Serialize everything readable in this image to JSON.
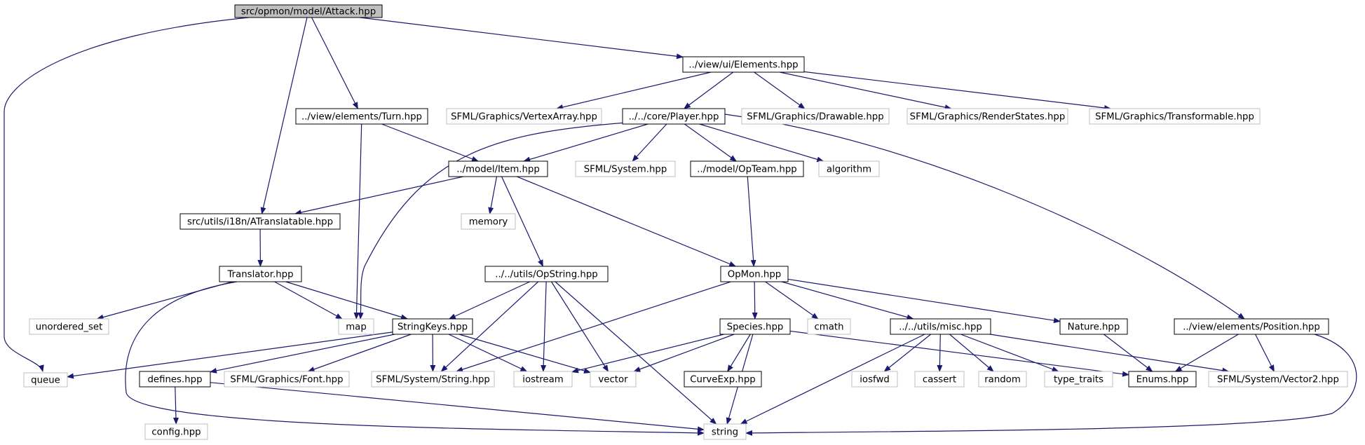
{
  "colors": {
    "edge": "#191970",
    "documented_border": "#000000",
    "undocumented_border": "#bfbfbf",
    "root_fill": "#bfbfbf",
    "node_fill": "#ffffff",
    "text": "#000000"
  },
  "nodes": [
    {
      "id": "attack",
      "label": "src/opmon/model/Attack.hpp",
      "style": "root"
    },
    {
      "id": "elements",
      "label": "../view/ui/Elements.hpp",
      "style": "documented"
    },
    {
      "id": "queue",
      "label": "queue",
      "style": "external"
    },
    {
      "id": "turn",
      "label": "../view/elements/Turn.hpp",
      "style": "documented"
    },
    {
      "id": "vertexarray",
      "label": "SFML/Graphics/VertexArray.hpp",
      "style": "external"
    },
    {
      "id": "player",
      "label": "../../core/Player.hpp",
      "style": "documented"
    },
    {
      "id": "drawable",
      "label": "SFML/Graphics/Drawable.hpp",
      "style": "external"
    },
    {
      "id": "renderstates",
      "label": "SFML/Graphics/RenderStates.hpp",
      "style": "external"
    },
    {
      "id": "transformable",
      "label": "SFML/Graphics/Transformable.hpp",
      "style": "external"
    },
    {
      "id": "item",
      "label": "../model/Item.hpp",
      "style": "documented"
    },
    {
      "id": "sfmlsystem",
      "label": "SFML/System.hpp",
      "style": "external"
    },
    {
      "id": "opteam",
      "label": "../model/OpTeam.hpp",
      "style": "documented"
    },
    {
      "id": "algorithm",
      "label": "algorithm",
      "style": "external"
    },
    {
      "id": "atranslatable",
      "label": "src/utils/i18n/ATranslatable.hpp",
      "style": "documented"
    },
    {
      "id": "memory",
      "label": "memory",
      "style": "external"
    },
    {
      "id": "translator",
      "label": "Translator.hpp",
      "style": "documented"
    },
    {
      "id": "opstring",
      "label": "../../utils/OpString.hpp",
      "style": "documented"
    },
    {
      "id": "opmon",
      "label": "OpMon.hpp",
      "style": "documented"
    },
    {
      "id": "unordered_set",
      "label": "unordered_set",
      "style": "external"
    },
    {
      "id": "map",
      "label": "map",
      "style": "external"
    },
    {
      "id": "stringkeys",
      "label": "StringKeys.hpp",
      "style": "documented"
    },
    {
      "id": "species",
      "label": "Species.hpp",
      "style": "documented"
    },
    {
      "id": "cmath",
      "label": "cmath",
      "style": "external"
    },
    {
      "id": "misc",
      "label": "../../utils/misc.hpp",
      "style": "documented"
    },
    {
      "id": "nature",
      "label": "Nature.hpp",
      "style": "documented"
    },
    {
      "id": "position",
      "label": "../view/elements/Position.hpp",
      "style": "documented"
    },
    {
      "id": "defines",
      "label": "defines.hpp",
      "style": "documented"
    },
    {
      "id": "font",
      "label": "SFML/Graphics/Font.hpp",
      "style": "external"
    },
    {
      "id": "sfstring",
      "label": "SFML/System/String.hpp",
      "style": "external"
    },
    {
      "id": "iostream",
      "label": "iostream",
      "style": "external"
    },
    {
      "id": "vector",
      "label": "vector",
      "style": "external"
    },
    {
      "id": "curveexp",
      "label": "CurveExp.hpp",
      "style": "documented"
    },
    {
      "id": "iosfwd",
      "label": "iosfwd",
      "style": "external"
    },
    {
      "id": "cassert",
      "label": "cassert",
      "style": "external"
    },
    {
      "id": "random",
      "label": "random",
      "style": "external"
    },
    {
      "id": "type_traits",
      "label": "type_traits",
      "style": "external"
    },
    {
      "id": "enums",
      "label": "Enums.hpp",
      "style": "documented"
    },
    {
      "id": "vector2",
      "label": "SFML/System/Vector2.hpp",
      "style": "external"
    },
    {
      "id": "config",
      "label": "config.hpp",
      "style": "external"
    },
    {
      "id": "string",
      "label": "string",
      "style": "external"
    }
  ],
  "edges": [
    [
      "attack",
      "elements"
    ],
    [
      "attack",
      "queue"
    ],
    [
      "attack",
      "turn"
    ],
    [
      "attack",
      "atranslatable"
    ],
    [
      "elements",
      "vertexarray"
    ],
    [
      "elements",
      "player"
    ],
    [
      "elements",
      "drawable"
    ],
    [
      "elements",
      "renderstates"
    ],
    [
      "elements",
      "transformable"
    ],
    [
      "turn",
      "item"
    ],
    [
      "turn",
      "map"
    ],
    [
      "player",
      "item"
    ],
    [
      "player",
      "sfmlsystem"
    ],
    [
      "player",
      "opteam"
    ],
    [
      "player",
      "algorithm"
    ],
    [
      "player",
      "position"
    ],
    [
      "player",
      "map"
    ],
    [
      "item",
      "atranslatable"
    ],
    [
      "item",
      "memory"
    ],
    [
      "item",
      "opstring"
    ],
    [
      "item",
      "opmon"
    ],
    [
      "opteam",
      "opmon"
    ],
    [
      "atranslatable",
      "translator"
    ],
    [
      "translator",
      "unordered_set"
    ],
    [
      "translator",
      "map"
    ],
    [
      "translator",
      "stringkeys"
    ],
    [
      "translator",
      "string"
    ],
    [
      "opstring",
      "stringkeys"
    ],
    [
      "opstring",
      "sfstring"
    ],
    [
      "opstring",
      "iostream"
    ],
    [
      "opstring",
      "vector"
    ],
    [
      "opstring",
      "string"
    ],
    [
      "opmon",
      "sfstring"
    ],
    [
      "opmon",
      "species"
    ],
    [
      "opmon",
      "cmath"
    ],
    [
      "opmon",
      "misc"
    ],
    [
      "opmon",
      "nature"
    ],
    [
      "stringkeys",
      "queue"
    ],
    [
      "stringkeys",
      "defines"
    ],
    [
      "stringkeys",
      "font"
    ],
    [
      "stringkeys",
      "sfstring"
    ],
    [
      "stringkeys",
      "iostream"
    ],
    [
      "stringkeys",
      "vector"
    ],
    [
      "species",
      "iostream"
    ],
    [
      "species",
      "vector"
    ],
    [
      "species",
      "curveexp"
    ],
    [
      "species",
      "string"
    ],
    [
      "species",
      "enums"
    ],
    [
      "misc",
      "iosfwd"
    ],
    [
      "misc",
      "cassert"
    ],
    [
      "misc",
      "random"
    ],
    [
      "misc",
      "type_traits"
    ],
    [
      "misc",
      "vector2"
    ],
    [
      "misc",
      "string"
    ],
    [
      "nature",
      "enums"
    ],
    [
      "position",
      "enums"
    ],
    [
      "position",
      "vector2"
    ],
    [
      "position",
      "string"
    ],
    [
      "defines",
      "config"
    ],
    [
      "defines",
      "string"
    ]
  ]
}
